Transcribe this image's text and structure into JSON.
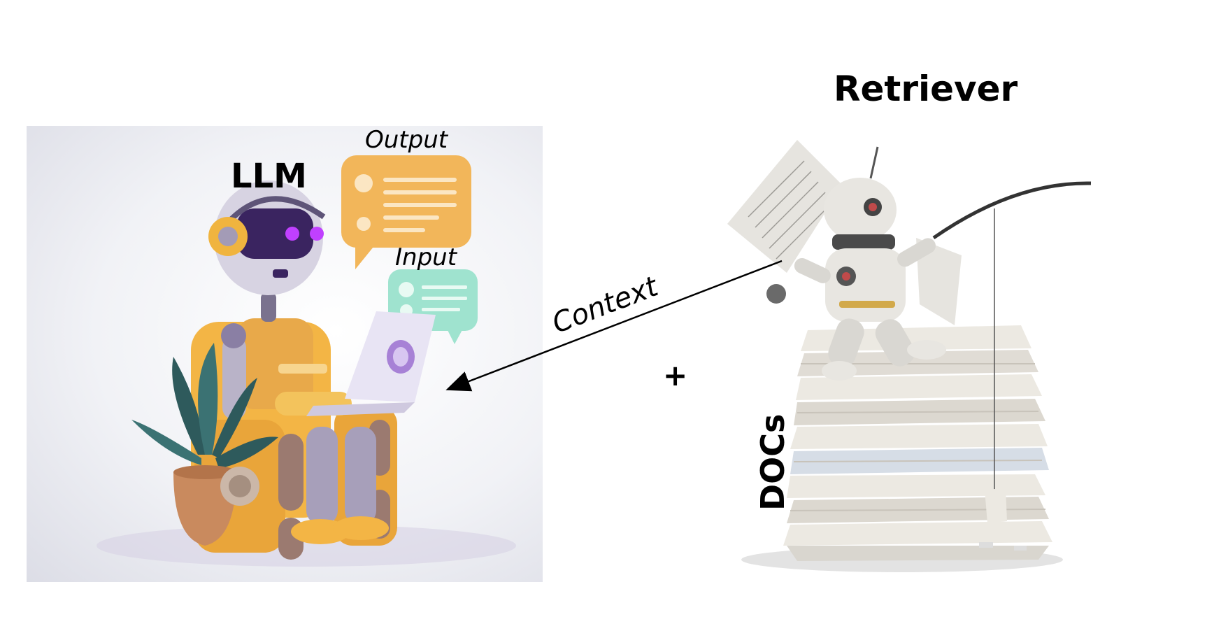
{
  "labels": {
    "llm": "LLM",
    "output": "Output",
    "input": "Input",
    "retriever": "Retriever",
    "plus": "+",
    "docs": "DOCs",
    "context": "Context"
  },
  "colors": {
    "chair": "#f3b545",
    "robot_body": "#e8a94a",
    "robot_shell": "#c9c6d6",
    "visor": "#3a2460",
    "eyes": "#c040ff",
    "output_bubble": "#f2b65a",
    "input_bubble": "#9fe3cf",
    "laptop": "#e8e4f4",
    "plant_pot": "#c98a5e",
    "plant_leaves": "#2e5a5c",
    "paper": "#ece9e2",
    "arrow": "#000000"
  },
  "icons": {
    "llm_illustration": "robot-on-chair-with-laptop",
    "retriever_illustration": "robot-fishing-on-paper-stack"
  }
}
